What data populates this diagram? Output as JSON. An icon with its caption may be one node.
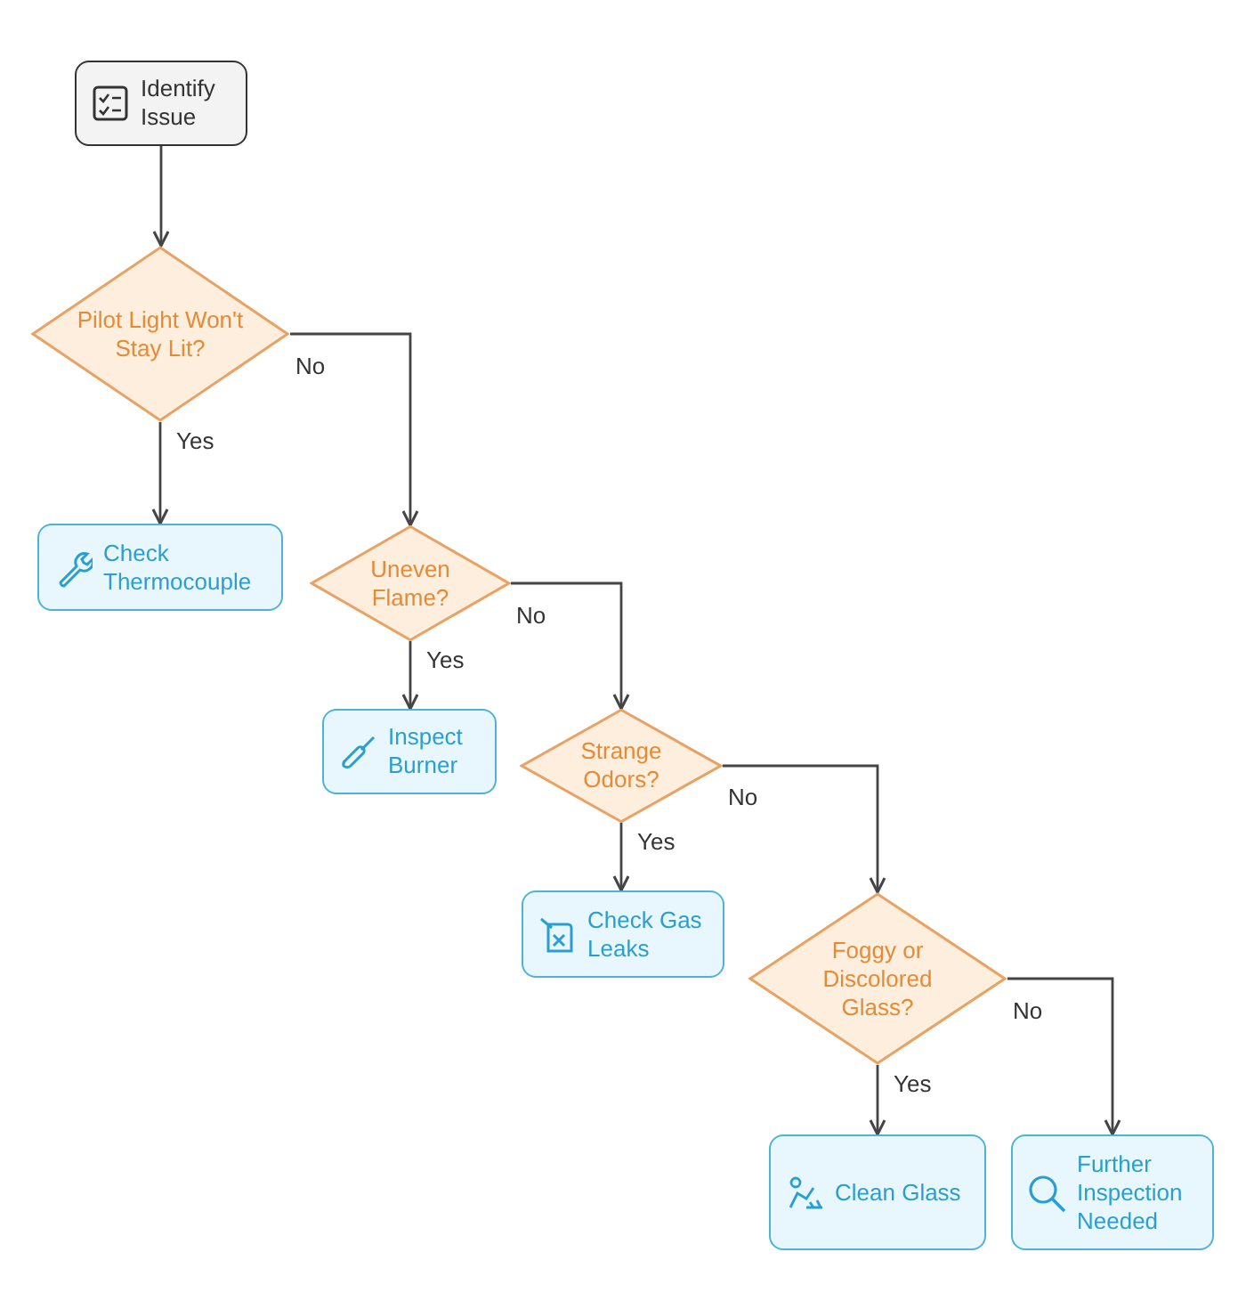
{
  "diagram": {
    "nodes": [
      {
        "text": [
          "Identify Issue"
        ]
      },
      {
        "text": [
          "Pilot Light Won't Stay Lit?"
        ]
      },
      {
        "text": [
          "Check Thermocouple"
        ]
      },
      {
        "text": [
          "Uneven Flame?"
        ]
      },
      {
        "text": [
          "Inspect Burner"
        ]
      },
      {
        "text": [
          "Strange Odors?"
        ]
      },
      {
        "text": [
          "Check Gas Leaks"
        ]
      },
      {
        "text": [
          "Foggy or Discolored Glass?"
        ]
      },
      {
        "text": [
          "Clean Glass"
        ]
      },
      {
        "text": [
          "Further Inspection Needed"
        ]
      }
    ],
    "edges": [
      {
        "from": 0,
        "to": 1,
        "arrow": "to"
      },
      {
        "from": 1,
        "to": 2,
        "arrow": "to",
        "label": "Yes"
      },
      {
        "from": 1,
        "to": 3,
        "arrow": "to",
        "label": "No"
      },
      {
        "from": 3,
        "to": 4,
        "arrow": "to",
        "label": "Yes"
      },
      {
        "from": 3,
        "to": 5,
        "arrow": "to",
        "label": "No"
      },
      {
        "from": 5,
        "to": 6,
        "arrow": "to",
        "label": "Yes"
      },
      {
        "from": 5,
        "to": 7,
        "arrow": "to",
        "label": "No"
      },
      {
        "from": 7,
        "to": 8,
        "arrow": "to",
        "label": "Yes"
      },
      {
        "from": 7,
        "to": 9,
        "arrow": "to",
        "label": "No"
      }
    ]
  }
}
